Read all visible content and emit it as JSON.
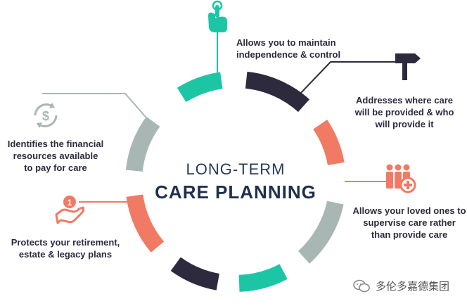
{
  "center": {
    "title_line1": "LONG-TERM",
    "title_line2": "CARE PLANNING"
  },
  "items": [
    {
      "icon": "hand-pointer-icon",
      "color": "#1cc6a5",
      "lines": [
        "Allows you to maintain",
        "independence & control"
      ]
    },
    {
      "icon": "signpost-icon",
      "color": "#2d2a3e",
      "lines": [
        "Addresses where care",
        "will be provided & who",
        "will provide it"
      ]
    },
    {
      "icon": "people-plus-icon",
      "color": "#f07a63",
      "lines": [
        "Allows your loved ones to",
        "supervise care rather",
        "than provide care"
      ]
    },
    {
      "icon": "hand-coin-icon",
      "color": "#f07a63",
      "lines": [
        "Protects your retirement,",
        "estate & legacy plans"
      ]
    },
    {
      "icon": "dollar-cycle-icon",
      "color": "#a9b7b4",
      "lines": [
        "Identifies the financial",
        "resources available",
        "to pay for care"
      ]
    }
  ],
  "colors": {
    "teal": "#1cc6a5",
    "navy": "#2d2a3e",
    "coral": "#f07a63",
    "gray": "#a9b7b4"
  },
  "watermark": "多伦多嘉德集团"
}
